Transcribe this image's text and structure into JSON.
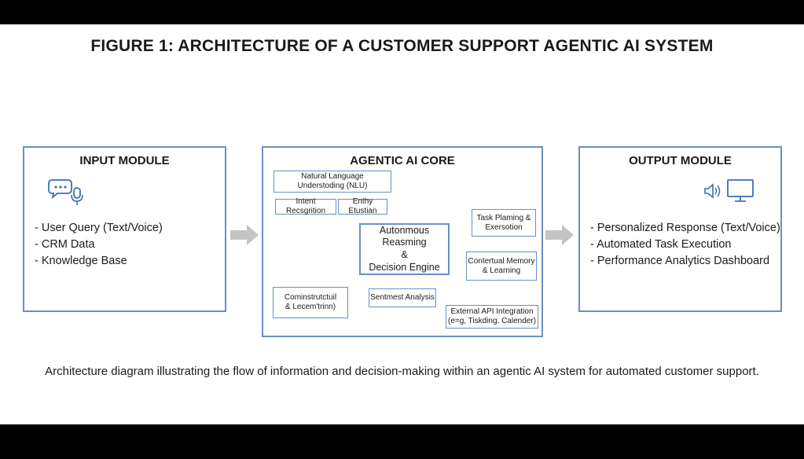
{
  "title": "FIGURE 1: ARCHITECTURE OF A CUSTOMER SUPPORT AGENTIC AI SYSTEM",
  "caption": "Architecture diagram illustrating the flow of information and decision-making within an agentic AI system for automated customer support.",
  "input_module": {
    "title": "INPUT MODULE",
    "icons": [
      "chat-bubble-icon",
      "microphone-icon"
    ],
    "items": [
      "User Query (Text/Voice)",
      "CRM Data",
      "Knowledge Base"
    ]
  },
  "core": {
    "title": "AGENTIC AI CORE",
    "nlu": [
      "Natural Language",
      "Understoding (NLU)"
    ],
    "intent": "Intent Recsgrition",
    "entity": "Enthy Etustian",
    "reasoning": [
      "Autonmous",
      "Reasming",
      "&",
      "Decision Engine"
    ],
    "task": [
      "Task Plaming &",
      "Exersotion"
    ],
    "memory": [
      "Contertual Memory",
      "& Learning"
    ],
    "construct": [
      "Cominstrutctuil",
      "& Lecem'trinn)"
    ],
    "sentiment": "Sentmest Analysis",
    "api": [
      "External API Integration",
      "(e=g, Tiskding, Calender)"
    ]
  },
  "output_module": {
    "title": "OUTPUT MODULE",
    "icons": [
      "speaker-icon",
      "monitor-icon"
    ],
    "items": [
      "Personalized Response (Text/Voice)",
      "Automated Task Execution",
      "Performance Analytics Dashboard"
    ]
  },
  "colors": {
    "border": "#6a8fc4",
    "icon": "#3b6fb6",
    "arrow": "#c4c4c4",
    "connector": "#8a8a8a"
  }
}
